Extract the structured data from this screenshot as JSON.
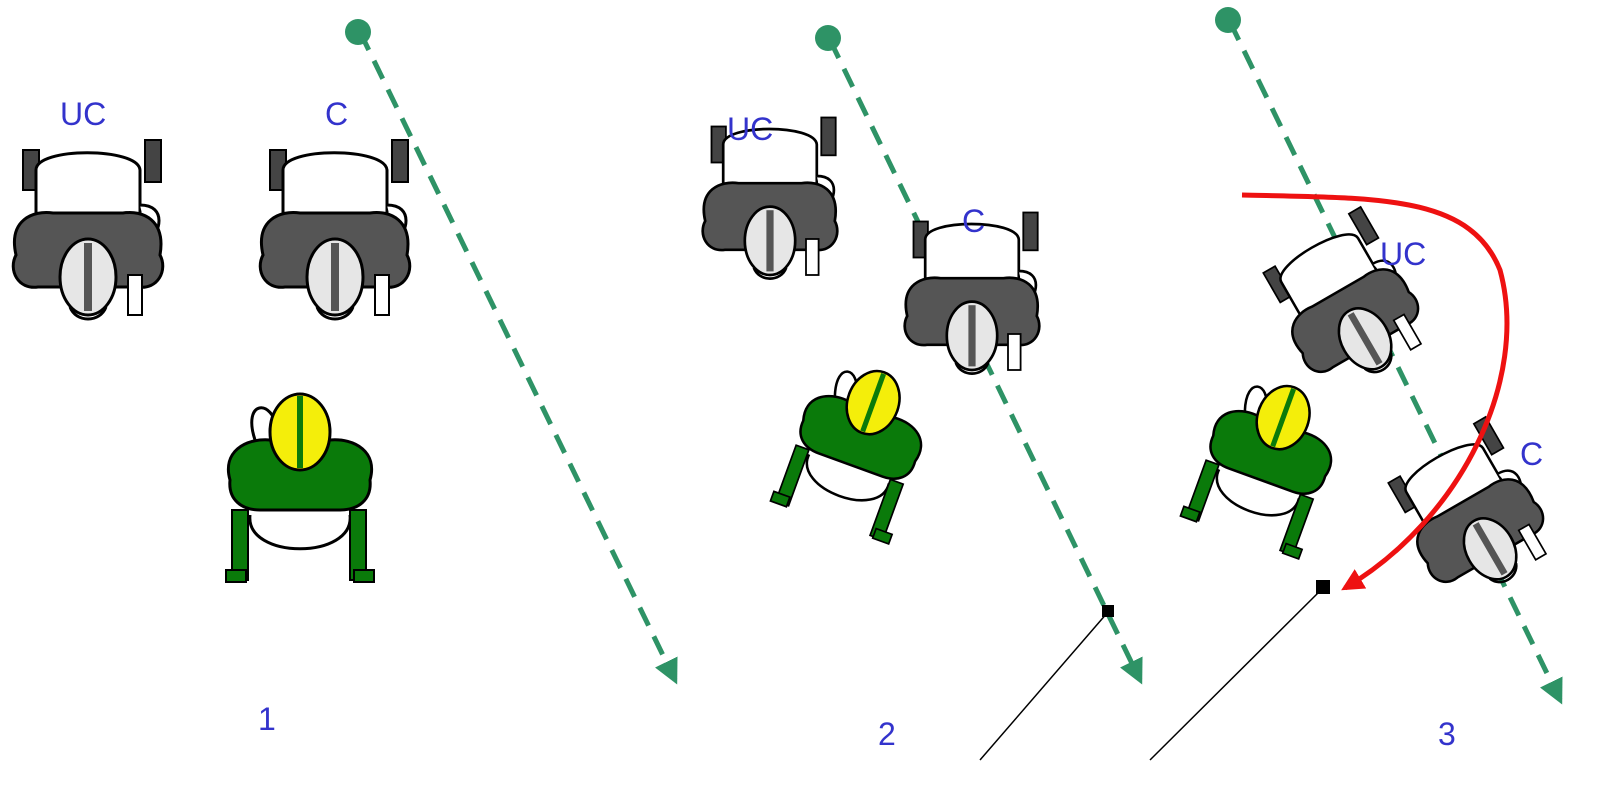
{
  "colors": {
    "label": "#3333cc",
    "route": "#2e9366",
    "pull_arrow": "#ee1111",
    "defender_jersey": "#0a7a0a",
    "defender_helmet": "#f4ee0a",
    "lineman_jersey": "#555555",
    "lineman_helmet": "#e6e6e6"
  },
  "frames": [
    {
      "step": "1",
      "players": [
        {
          "label": "UC"
        },
        {
          "label": "C"
        }
      ]
    },
    {
      "step": "2",
      "players": [
        {
          "label": "UC"
        },
        {
          "label": "C"
        }
      ]
    },
    {
      "step": "3",
      "players": [
        {
          "label": "UC"
        },
        {
          "label": "C"
        }
      ]
    }
  ]
}
